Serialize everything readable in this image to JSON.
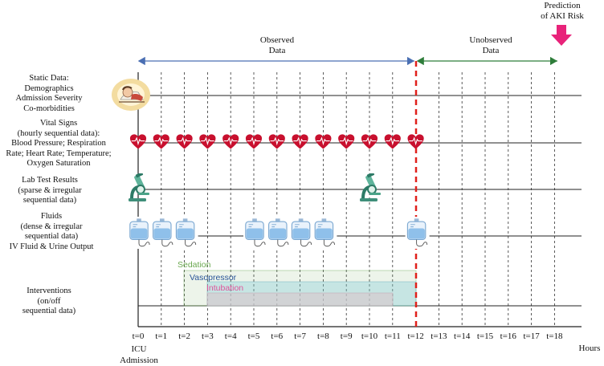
{
  "header": {
    "observed_line1": "Observed",
    "observed_line2": "Data",
    "unobserved_line1": "Unobserved",
    "unobserved_line2": "Data",
    "prediction_line1": "Prediction",
    "prediction_line2": "of AKI Risk"
  },
  "rows": {
    "static": [
      "Static Data:",
      "Demographics",
      "Admission Severity",
      "Co-morbidities"
    ],
    "vitals": [
      "Vital Signs",
      "(hourly sequential data):",
      "Blood Pressure; Respiration",
      "Rate; Heart Rate; Temperature;",
      "Oxygen Saturation"
    ],
    "labs": [
      "Lab Test Results",
      "(sparse & irregular",
      "sequential data)"
    ],
    "fluids": [
      "Fluids",
      "(dense & irregular",
      "sequential data)",
      "IV Fluid & Urine Output"
    ],
    "interventions": [
      "Interventions",
      "(on/off",
      "sequential data)"
    ]
  },
  "interventions": {
    "sedation": "Sedation",
    "vasopressor": "Vasopressor",
    "intubation": "Intubation"
  },
  "axis": {
    "ticks": [
      "t=0",
      "t=1",
      "t=2",
      "t=3",
      "t=4",
      "t=5",
      "t=6",
      "t=7",
      "t=8",
      "t=9",
      "t=10",
      "t=11",
      "t=12",
      "t=13",
      "t=14",
      "t=15",
      "t=16",
      "t=17",
      "t=18"
    ],
    "start_line1": "ICU",
    "start_line2": "Admission",
    "unit": "Hours"
  },
  "events": {
    "vital_sign_times": [
      0,
      1,
      2,
      3,
      4,
      5,
      6,
      7,
      8,
      9,
      10,
      11,
      12
    ],
    "lab_test_times": [
      0,
      10
    ],
    "fluid_times": [
      0,
      1,
      2,
      5,
      6,
      7,
      8,
      12
    ],
    "sedation_span": [
      2,
      12
    ],
    "vasopressor_span": [
      3,
      12
    ],
    "intubation_span": [
      3,
      11
    ],
    "observation_cutoff": 12,
    "prediction_time": 18
  },
  "colors": {
    "observed_arrow": "#4a6fb3",
    "unobserved_arrow": "#2e7d3a",
    "cutoff_line": "#e0201b",
    "prediction_arrow": "#e8237a",
    "heart": "#c8102e",
    "sedation": "#6aa84f",
    "vasopressor": "#2a5599",
    "intubation": "#e0529a"
  },
  "icons": {
    "static": "patient-in-bed-icon",
    "vital": "heart-pulse-icon",
    "lab": "microscope-icon",
    "fluid": "iv-bag-icon",
    "prediction": "down-arrow-icon"
  }
}
